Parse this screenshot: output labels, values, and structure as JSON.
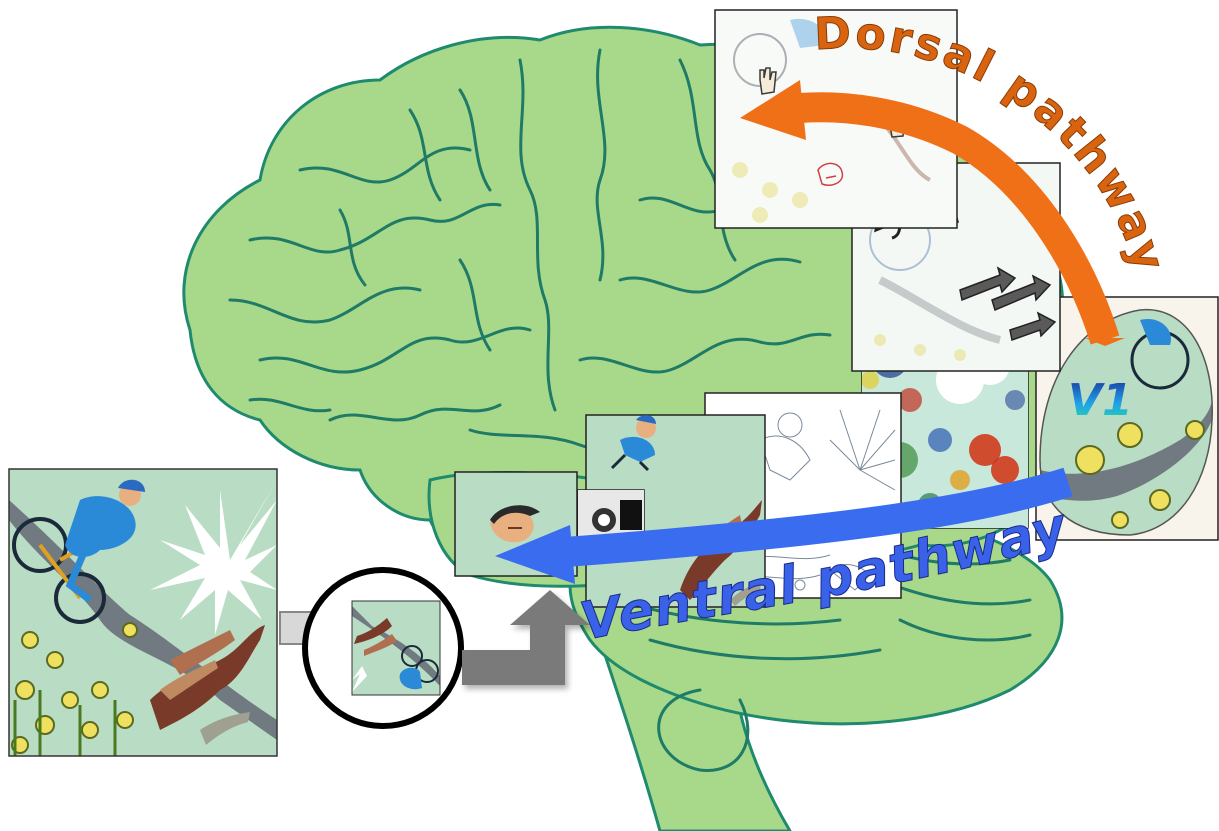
{
  "labels": {
    "dorsal": "Dorsal pathway",
    "ventral": "Ventral pathway",
    "v1": "V1"
  },
  "colors": {
    "brain_fill": "#a8d98a",
    "brain_stroke": "#1f8a6e",
    "brain_folds": "#1f7a66",
    "panel_bg": "#b8dcc4",
    "dorsal_arrow": "#f07018",
    "dorsal_text": "#d86410",
    "ventral_arrow": "#3a6cf0",
    "ventral_text": "#3a62e8",
    "gray_arrow": "#8a8a8a",
    "v1_gradient_top": "#1a2a9a",
    "v1_gradient_bottom": "#30e0a0"
  },
  "icons": [
    "cyclist-icon",
    "deer-icon",
    "flower-icon",
    "sun-burst-icon",
    "hand-icon",
    "rotate-icon",
    "motion-arrow-icon",
    "eye-icon",
    "face-icon"
  ]
}
